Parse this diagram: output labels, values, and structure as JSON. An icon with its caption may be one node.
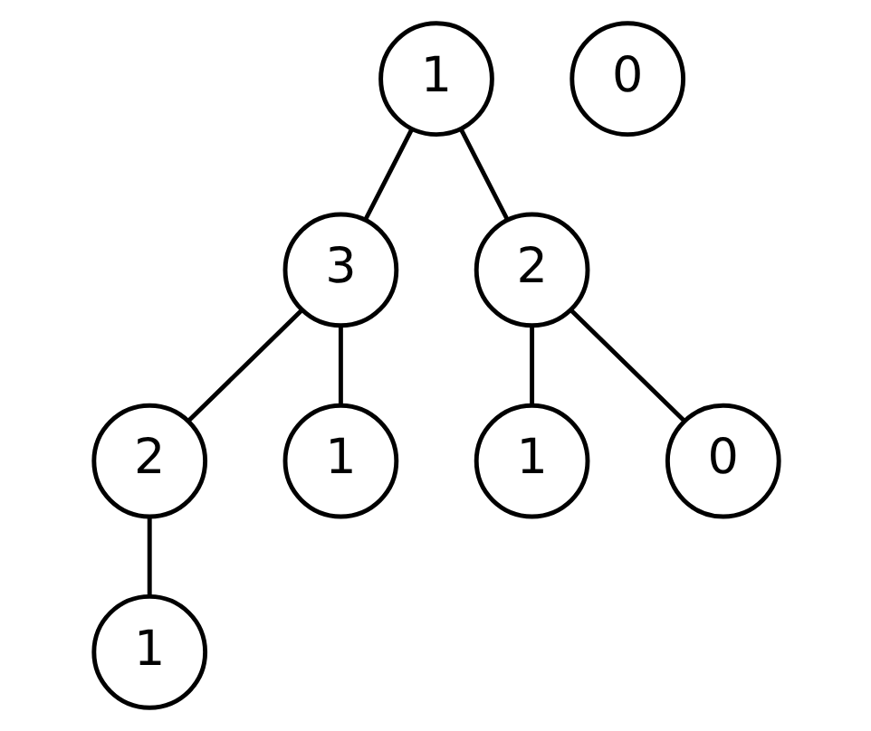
{
  "diagram": {
    "nodes": [
      {
        "text": [
          "1"
        ]
      },
      {
        "text": [
          "3"
        ]
      },
      {
        "text": [
          "2"
        ]
      },
      {
        "text": [
          "2"
        ]
      },
      {
        "text": [
          "1"
        ]
      },
      {
        "text": [
          "1"
        ]
      },
      {
        "text": [
          "0"
        ]
      },
      {
        "text": [
          "1"
        ]
      },
      {
        "text": [
          "0"
        ]
      }
    ],
    "edges": [
      {
        "from": 0,
        "to": 1,
        "arrow": "none"
      },
      {
        "from": 0,
        "to": 2,
        "arrow": "none"
      },
      {
        "from": 1,
        "to": 3,
        "arrow": "none"
      },
      {
        "from": 1,
        "to": 4,
        "arrow": "none"
      },
      {
        "from": 2,
        "to": 5,
        "arrow": "none"
      },
      {
        "from": 2,
        "to": 6,
        "arrow": "none"
      },
      {
        "from": 3,
        "to": 7,
        "arrow": "none"
      }
    ]
  }
}
